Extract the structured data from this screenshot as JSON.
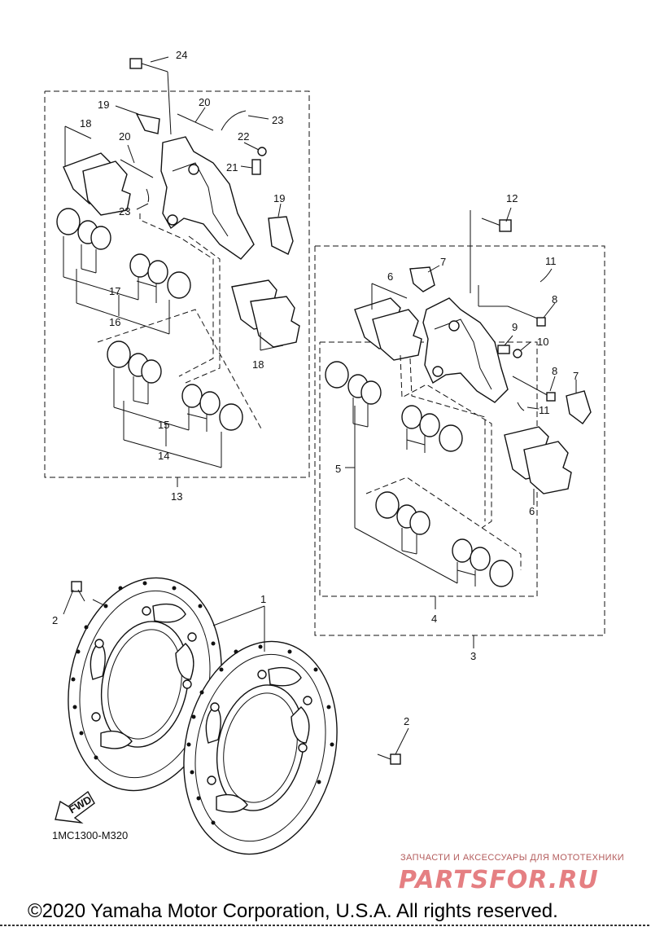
{
  "callouts": {
    "n1": "1",
    "n2a": "2",
    "n2b": "2",
    "n3": "3",
    "n4": "4",
    "n5": "5",
    "n6a": "6",
    "n6b": "6",
    "n7a": "7",
    "n7b": "7",
    "n8a": "8",
    "n8b": "8",
    "n9": "9",
    "n10": "10",
    "n11a": "11",
    "n11b": "11",
    "n12": "12",
    "n13": "13",
    "n14": "14",
    "n15": "15",
    "n16": "16",
    "n17": "17",
    "n18a": "18",
    "n18b": "18",
    "n19a": "19",
    "n19b": "19",
    "n20a": "20",
    "n20b": "20",
    "n21": "21",
    "n22": "22",
    "n23a": "23",
    "n23b": "23",
    "n24": "24"
  },
  "diagram_code": "1MC1300-M320",
  "fwd_label": "FWD",
  "watermark": {
    "tagline": "ЗАПЧАСТИ И АКСЕССУАРЫ ДЛЯ МОТОТЕХНИКИ",
    "brand": "PARTSFOR.RU"
  },
  "copyright": "©2020 Yamaha Motor Corporation, U.S.A. All rights reserved."
}
